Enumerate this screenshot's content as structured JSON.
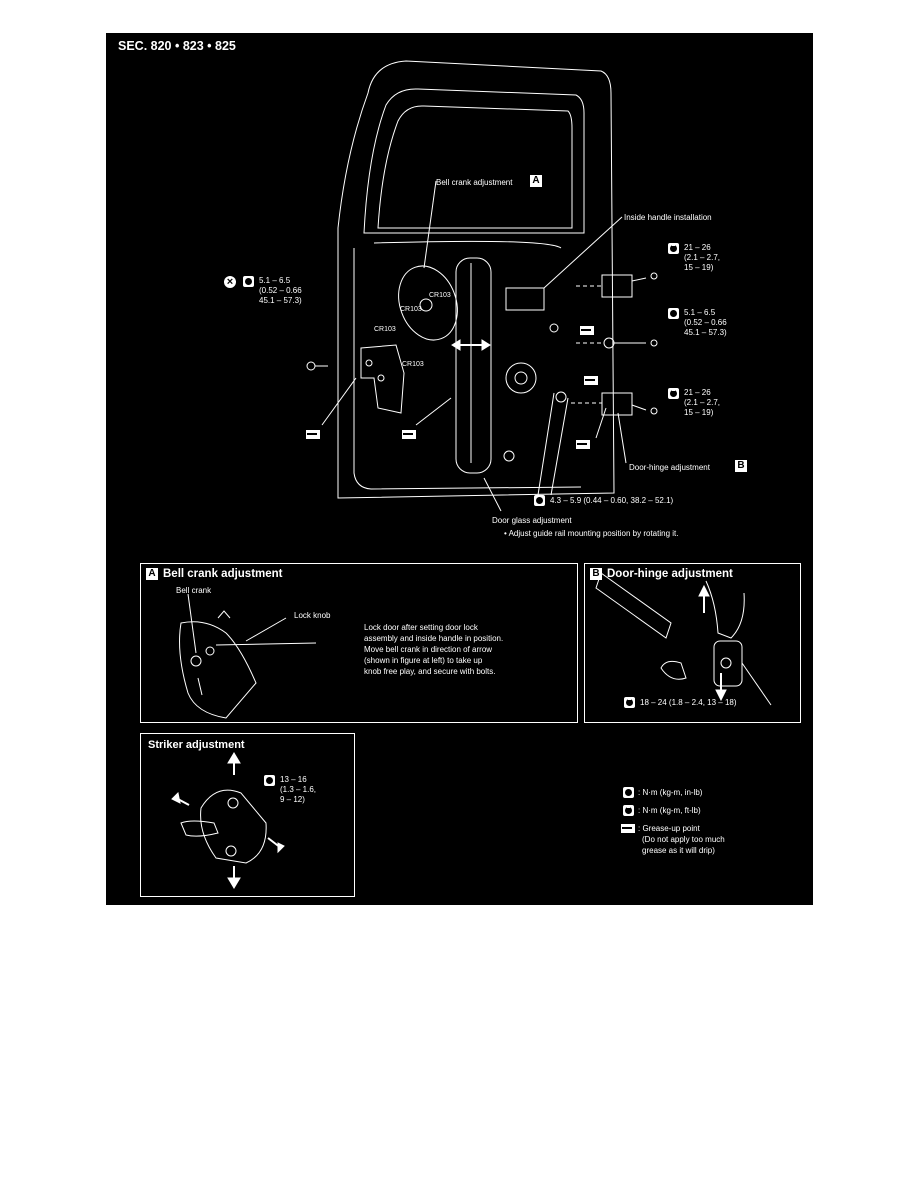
{
  "header": {
    "section": "SEC. 820 • 823 • 825"
  },
  "main_diagram": {
    "callout_a_label": "Bell crank adjustment",
    "callout_a_letter": "A",
    "inside_handle": "Inside handle installation",
    "torque_left": {
      "line1": "5.1 – 6.5",
      "line2": "(0.52 – 0.66",
      "line3": "45.1 – 57.3)"
    },
    "torque_right_top": {
      "line1": "21 – 26",
      "line2": "(2.1 – 2.7,",
      "line3": "15 – 19)"
    },
    "torque_right_mid": {
      "line1": "5.1 – 6.5",
      "line2": "(0.52 – 0.66",
      "line3": "45.1 – 57.3)"
    },
    "torque_right_bot": {
      "line1": "21 – 26",
      "line2": "(2.1 – 2.7,",
      "line3": "15 – 19)"
    },
    "connectors": [
      "CR103",
      "CR103",
      "CR103",
      "CR103"
    ],
    "door_hinge_label": "Door-hinge adjustment",
    "callout_b_letter": "B",
    "torque_bottom": "4.3 – 5.9 (0.44 – 0.60, 38.2 – 52.1)",
    "door_glass_label": "Door glass adjustment",
    "door_glass_note": "•  Adjust guide rail mounting position by rotating it."
  },
  "panel_bell_crank": {
    "letter": "A",
    "title": "Bell crank adjustment",
    "bell_crank_label": "Bell crank",
    "lock_knob_label": "Lock knob",
    "instructions": [
      "Lock door after setting door lock",
      "assembly and inside handle in position.",
      "Move bell crank in direction of arrow",
      "(shown in figure at left) to take up",
      "knob free play, and secure with bolts."
    ]
  },
  "panel_door_hinge": {
    "letter": "B",
    "title": "Door-hinge adjustment",
    "torque": "18 – 24 (1.8 – 2.4, 13 – 18)"
  },
  "panel_striker": {
    "title": "Striker adjustment",
    "torque": {
      "line1": "13 – 16",
      "line2": "(1.3 – 1.6,",
      "line3": "9 – 12)"
    }
  },
  "legend": {
    "nm_inlb": ": N·m (kg-m, in-lb)",
    "nm_ftlb": ": N·m (kg-m, ft-lb)",
    "grease": ": Grease-up point",
    "grease_note1": "(Do not apply too much",
    "grease_note2": "grease as it will drip)"
  }
}
